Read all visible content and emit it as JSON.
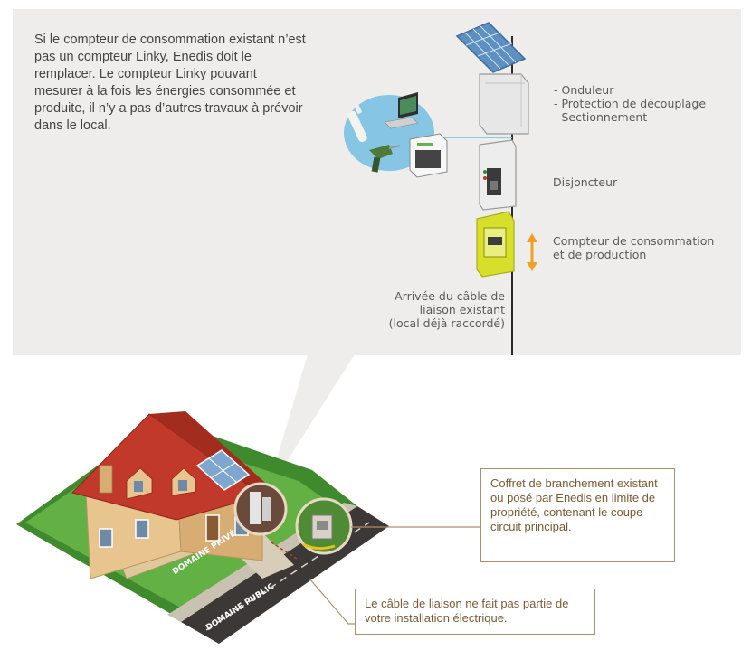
{
  "intro_text": "Si le compteur de consommation existant n’est pas un compteur Linky, Enedis doit le remplacer. Le compteur Linky pouvant mesurer à la fois les énergies consommée et produite, il n’y a pas d’autres travaux à prévoir dans le local.",
  "labels": {
    "onduleur": "- Onduleur",
    "protection": "- Protection de découplage",
    "sectionnement": "- Sectionnement",
    "disjoncteur": "Disjoncteur",
    "compteur_line1": "Compteur de consommation",
    "compteur_line2": "et de production",
    "arrivee_line1": "Arrivée du câble de",
    "arrivee_line2": "liaison existant",
    "arrivee_line3": "(local déjà raccordé)"
  },
  "house_labels": {
    "domaine_prive": "DOMAINE PRIVÉ",
    "domaine_public": "DOMAINE PUBLIC"
  },
  "callouts": {
    "coffret": "Coffret de branchement existant ou posé par Enedis en limite de propriété, contenant le coupe-circuit principal.",
    "cable": "Le câble de liaison ne fait pas partie de votre installation électrique."
  },
  "colors": {
    "panel_bg": "#efedeb",
    "meter_yellow": "#d7df2a",
    "arrow_orange": "#f0a024",
    "callout_border": "#b08d6a",
    "callout_text": "#7a5a35",
    "roof_red": "#c0392b",
    "house_wall": "#e8c48e",
    "lawn_green": "#5aa43a"
  }
}
